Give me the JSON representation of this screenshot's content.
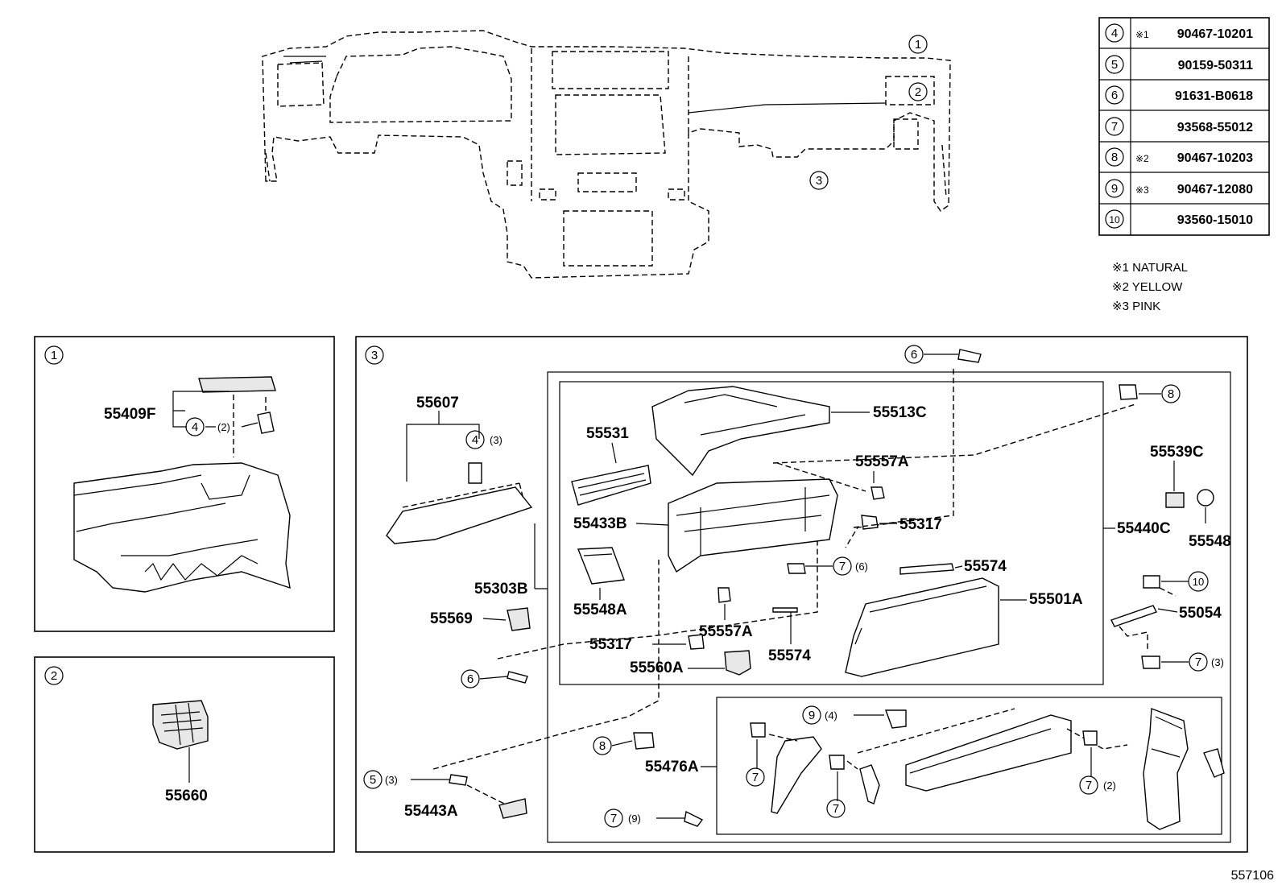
{
  "diagram_id": "557106",
  "parts_table": [
    {
      "ref": "4",
      "mark": "※1",
      "part_number": "90467-10201"
    },
    {
      "ref": "5",
      "mark": "",
      "part_number": "90159-50311"
    },
    {
      "ref": "6",
      "mark": "",
      "part_number": "91631-B0618"
    },
    {
      "ref": "7",
      "mark": "",
      "part_number": "93568-55012"
    },
    {
      "ref": "8",
      "mark": "※2",
      "part_number": "90467-10203"
    },
    {
      "ref": "9",
      "mark": "※3",
      "part_number": "90467-12080"
    },
    {
      "ref": "10",
      "mark": "",
      "part_number": "93560-15010"
    }
  ],
  "notes": [
    "※1 NATURAL",
    "※2 YELLOW",
    "※3 PINK"
  ],
  "overview_callouts": [
    "1",
    "2",
    "3"
  ],
  "panels": [
    {
      "id": "1",
      "labels": [
        "55409F"
      ],
      "callouts": [
        {
          "ref": "4",
          "qty": "(2)"
        }
      ]
    },
    {
      "id": "2",
      "labels": [
        "55660"
      ],
      "callouts": []
    },
    {
      "id": "3",
      "labels": [
        "55607",
        "55303B",
        "55569",
        "55443A",
        "55531",
        "55433B",
        "55548A",
        "55317",
        "55557A",
        "55560A",
        "55574",
        "55513C",
        "55501A",
        "55440C",
        "55539C",
        "55548",
        "55054",
        "55476A"
      ],
      "callouts": [
        {
          "ref": "4",
          "qty": "(3)"
        },
        {
          "ref": "6",
          "qty": ""
        },
        {
          "ref": "6",
          "qty": ""
        },
        {
          "ref": "5",
          "qty": "(3)"
        },
        {
          "ref": "7",
          "qty": "(9)"
        },
        {
          "ref": "8",
          "qty": ""
        },
        {
          "ref": "8",
          "qty": ""
        },
        {
          "ref": "7",
          "qty": "(6)"
        },
        {
          "ref": "10",
          "qty": ""
        },
        {
          "ref": "7",
          "qty": "(3)"
        },
        {
          "ref": "9",
          "qty": "(4)"
        },
        {
          "ref": "7",
          "qty": ""
        },
        {
          "ref": "7",
          "qty": ""
        },
        {
          "ref": "7",
          "qty": "(2)"
        }
      ]
    }
  ]
}
